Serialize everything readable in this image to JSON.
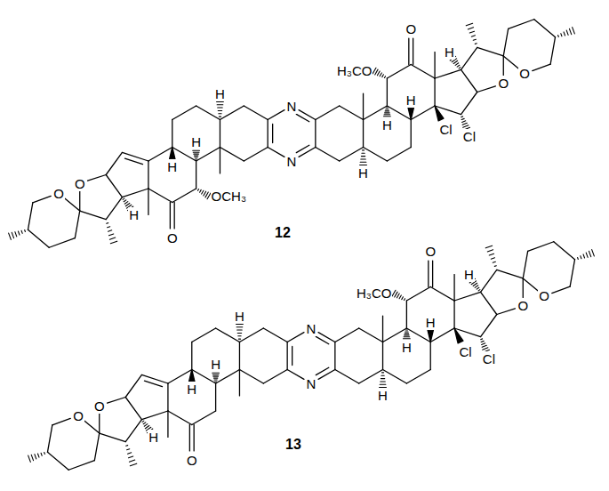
{
  "diagram": {
    "labels": [
      "N",
      "N",
      "H",
      "H",
      "H",
      "H₃CO",
      "O",
      "Cl",
      "Cl",
      "H",
      "O",
      "O",
      "H",
      "H",
      "H",
      "OCH₃",
      "O",
      "H",
      "O",
      "O",
      "12",
      "N",
      "N",
      "H",
      "H",
      "H",
      "H₃CO",
      "O",
      "Cl",
      "Cl",
      "H",
      "O",
      "O",
      "H",
      "H",
      "H",
      "O",
      "H",
      "O",
      "O",
      "13"
    ]
  }
}
